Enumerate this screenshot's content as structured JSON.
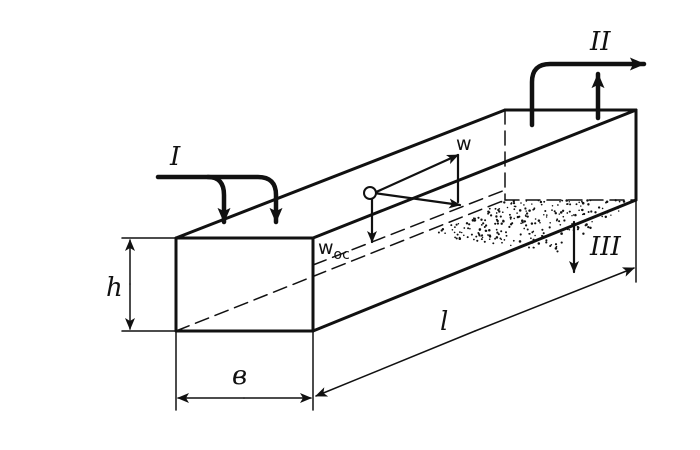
{
  "diagram": {
    "labels": {
      "stream_in": "I",
      "stream_out": "II",
      "stream_settled": "III",
      "velocity": "w",
      "settling_velocity_base": "w",
      "settling_velocity_sub": "oc",
      "height": "h",
      "width": "в",
      "length": "l"
    },
    "colors": {
      "ink": "#111111",
      "background": "#ffffff"
    }
  }
}
